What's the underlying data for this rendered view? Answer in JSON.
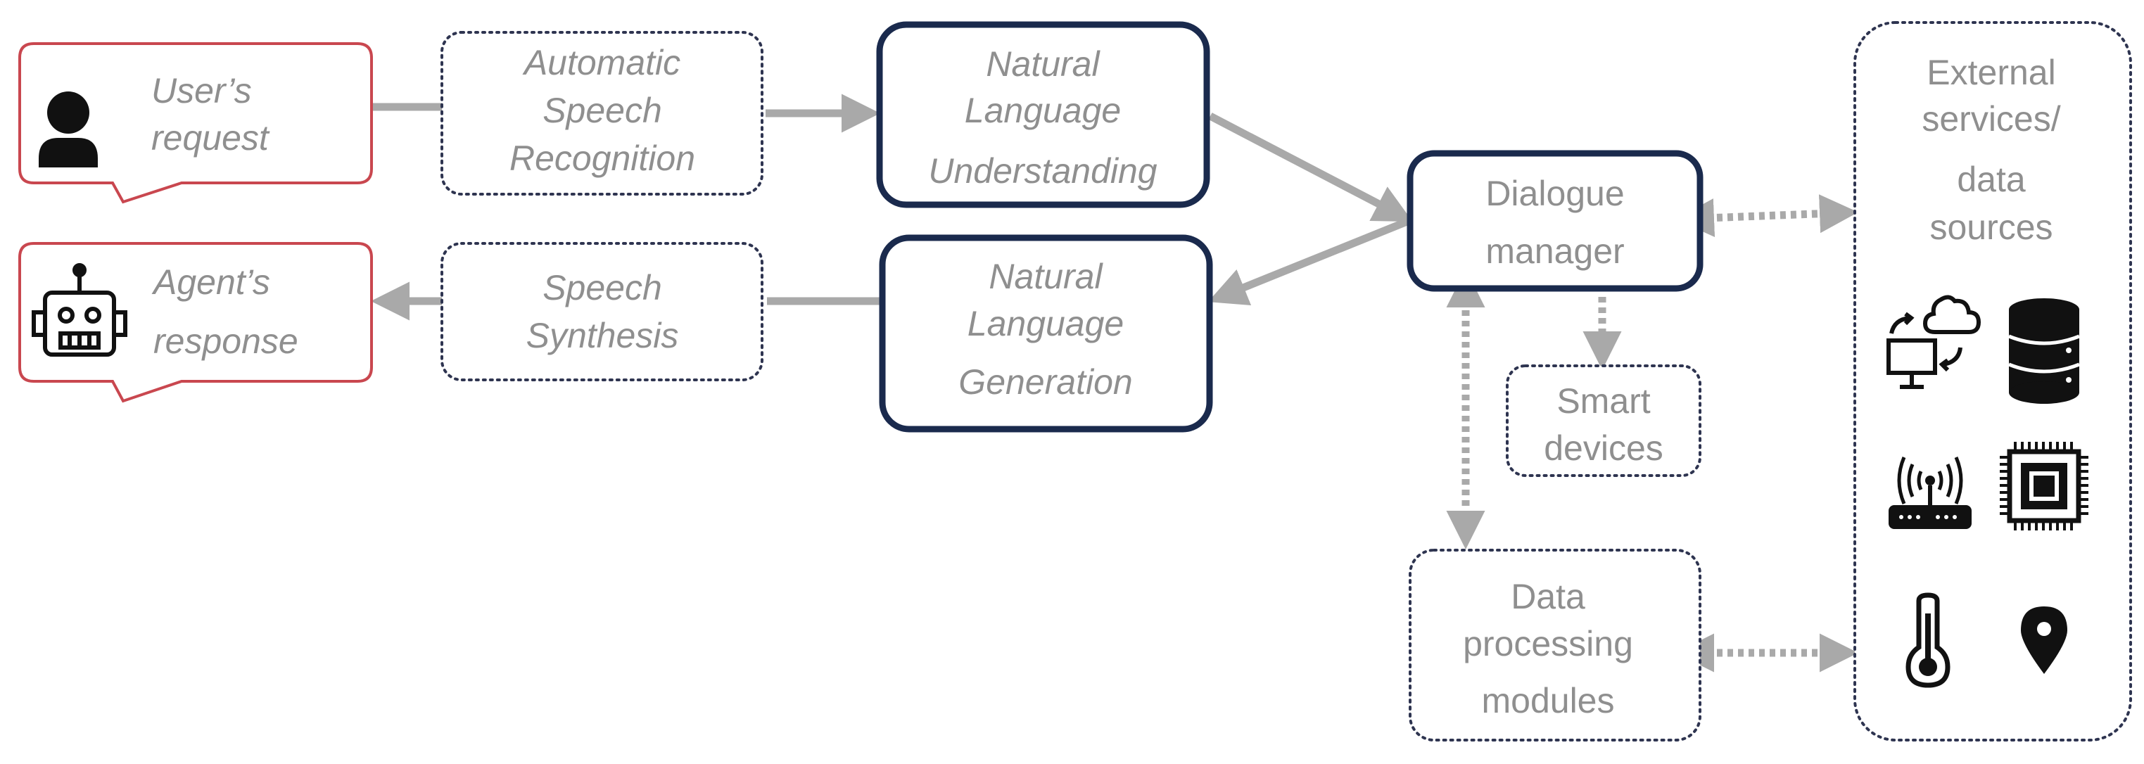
{
  "colors": {
    "user_border": "#c9474f",
    "dotted_border": "#2e3450",
    "core_border": "#1a2a4d",
    "arrow": "#a9a9a9",
    "text": "#8f8f8f",
    "icon": "#111111"
  },
  "nodes": {
    "user_request": {
      "line1": "User’s",
      "line2": "request",
      "icon": "person-icon"
    },
    "asr": {
      "line1": "Automatic",
      "line2": "Speech",
      "line3": "Recognition"
    },
    "nlu": {
      "line1": "Natural",
      "line2": "Language",
      "line3": "Understanding"
    },
    "agent_response": {
      "line1": "Agent’s",
      "line2": "response",
      "icon": "robot-icon"
    },
    "speech_synthesis": {
      "line1": "Speech",
      "line2": "Synthesis"
    },
    "nlg": {
      "line1": "Natural",
      "line2": "Language",
      "line3": "Generation"
    },
    "dialogue_manager": {
      "line1": "Dialogue",
      "line2": "manager"
    },
    "smart_devices": {
      "line1": "Smart",
      "line2": "devices"
    },
    "data_processing": {
      "line1": "Data",
      "line2": "processing",
      "line3": "modules"
    },
    "external_services": {
      "line1": "External",
      "line2": "services/",
      "line3": "data",
      "line4": "sources",
      "icons": [
        "cloud-sync-icon",
        "database-icon",
        "router-icon",
        "chip-icon",
        "thermometer-icon",
        "location-pin-icon"
      ]
    }
  }
}
